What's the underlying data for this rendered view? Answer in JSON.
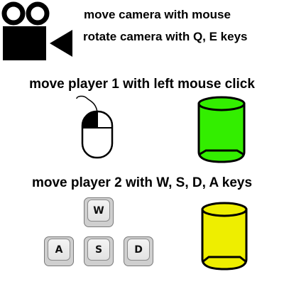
{
  "camera": {
    "line1": "move camera with mouse",
    "line2": "rotate camera with Q, E keys",
    "icon": "video-camera-icon"
  },
  "player1": {
    "instruction": "move player 1 with left mouse click",
    "input_icon": "mouse-left-click-icon",
    "piece_color": "#33ee00",
    "piece_icon": "green-cylinder-icon"
  },
  "player2": {
    "instruction": "move player 2 with W, S, D, A keys",
    "keys": [
      "W",
      "A",
      "S",
      "D"
    ],
    "piece_color": "#eeee00",
    "piece_icon": "yellow-cylinder-icon"
  }
}
